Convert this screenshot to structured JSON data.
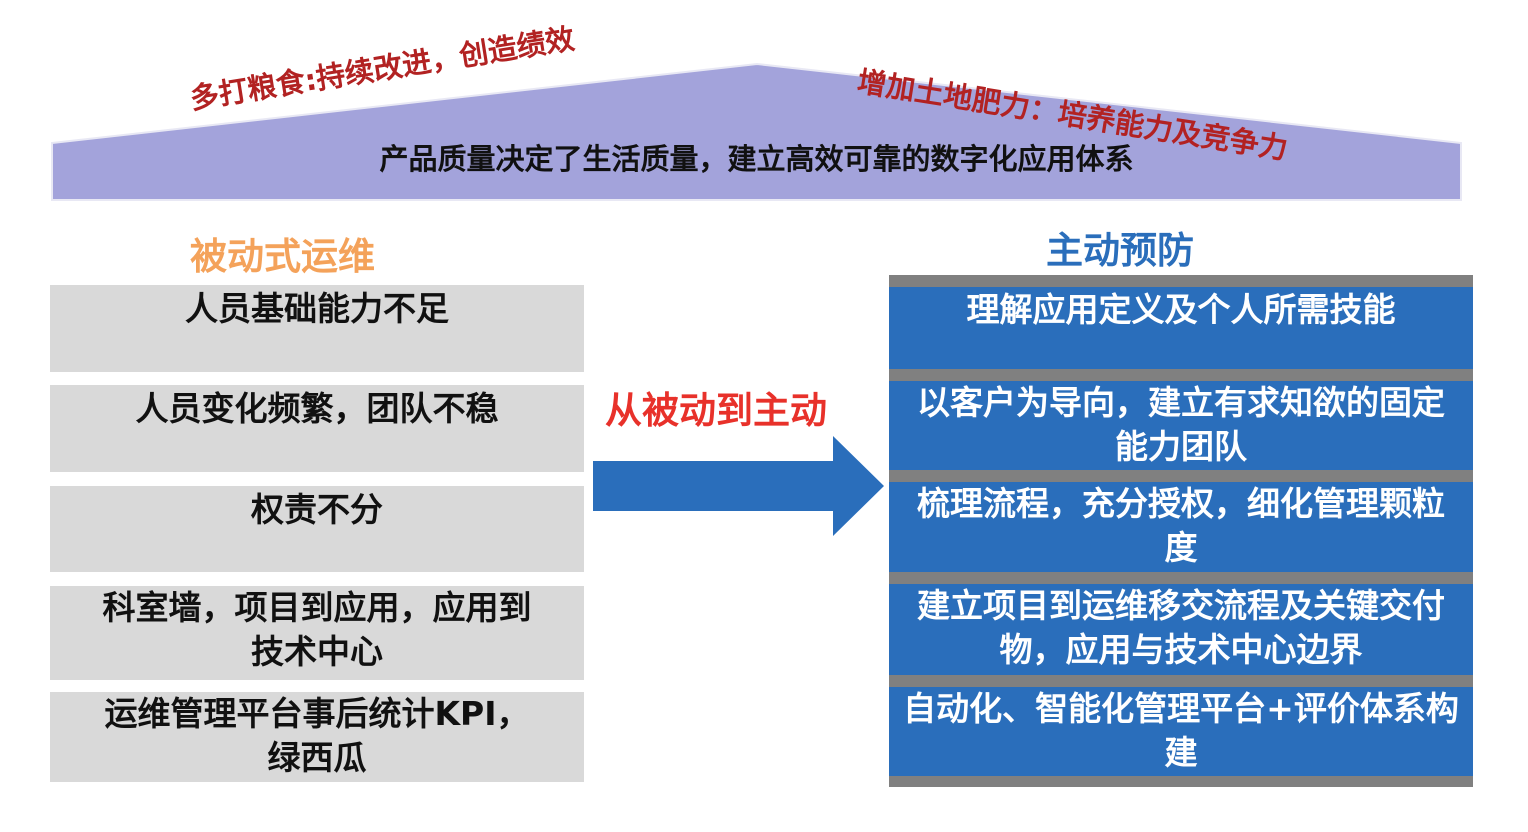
{
  "roof": {
    "main": "产品质量决定了生活质量，建立高效可靠的数字化应用体系",
    "left_slogan": "多打粮食:持续改进，创造绩效",
    "right_slogan": "增加土地肥力：培养能力及竞争力",
    "color": "#a3a3db"
  },
  "left": {
    "heading": "被动式运维",
    "items": [
      "人员基础能力不足",
      "人员变化频繁，团队不稳",
      "权责不分",
      "科室墙，项目到应用，应用到技术中心",
      "运维管理平台事后统计KPI，绿西瓜"
    ]
  },
  "middle": {
    "label": "从被动到主动",
    "arrow_color": "#2a6ebb"
  },
  "right": {
    "heading": "主动预防",
    "items": [
      "理解应用定义及个人所需技能",
      "以客户为导向，建立有求知欲的固定能力团队",
      "梳理流程，充分授权，细化管理颗粒度",
      "建立项目到运维移交流程及关键交付物，应用与技术中心边界",
      "自动化、智能化管理平台+评价体系构建"
    ]
  }
}
